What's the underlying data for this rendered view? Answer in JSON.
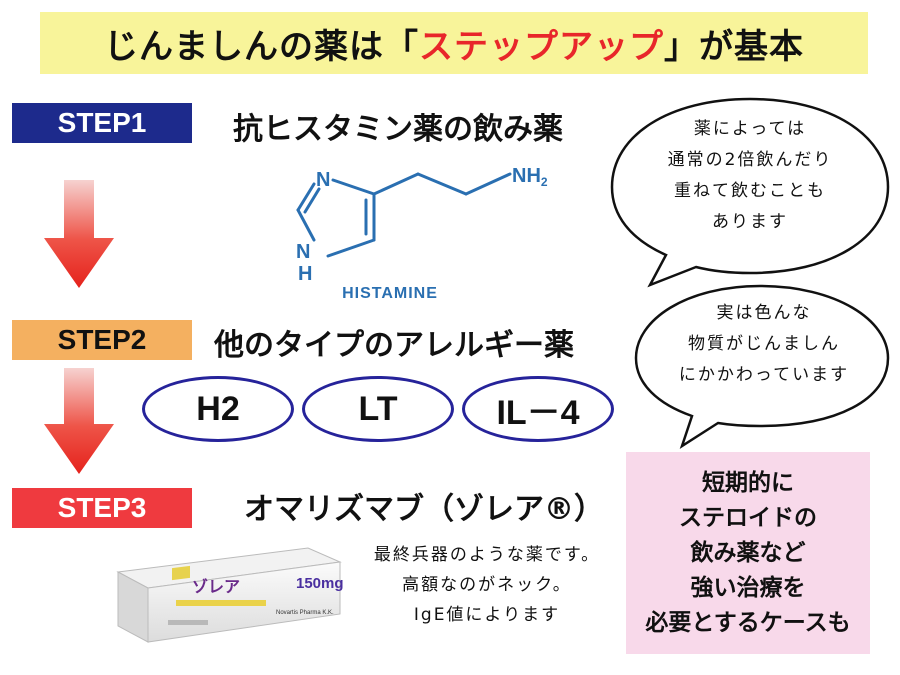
{
  "title": {
    "prefix": "じんましんの薬は「",
    "highlight": "ステップアップ",
    "suffix": "」が基本"
  },
  "steps": [
    {
      "label": "STEP1",
      "title": "抗ヒスタミン薬の飲み薬"
    },
    {
      "label": "STEP2",
      "title": "他のタイプのアレルギー薬"
    },
    {
      "label": "STEP3",
      "title": "オマリズマブ（ゾレア®）"
    }
  ],
  "histamine": {
    "n_top": "N",
    "n_bottom": "N",
    "h": "H",
    "nh2": "NH",
    "nh2_sub": "2",
    "name": "HISTAMINE"
  },
  "drug_types": [
    "H2",
    "LT",
    "IL－4"
  ],
  "bubble1": [
    "薬によっては",
    "通常の2倍飲んだり",
    "重ねて飲むことも",
    "あります"
  ],
  "bubble2": [
    "実は色んな",
    "物質がじんましん",
    "にかかわっています"
  ],
  "step3_note": [
    "最終兵器のような薬です。",
    "高額なのがネック。",
    "IgE値によります"
  ],
  "box_package": {
    "brand": "ゾレア",
    "dose": "150mg",
    "maker": "Novartis Pharma K.K."
  },
  "pink_box": [
    "短期的に",
    "ステロイドの",
    "飲み薬など",
    "強い治療を",
    "必要とするケースも"
  ],
  "colors": {
    "step1": "#1d2a8c",
    "step2": "#f4b060",
    "step3": "#ef3a3f",
    "title_bg": "#f8f49a",
    "highlight": "#e8262a",
    "oval_border": "#26239a",
    "pink_box": "#f8d9ea"
  }
}
